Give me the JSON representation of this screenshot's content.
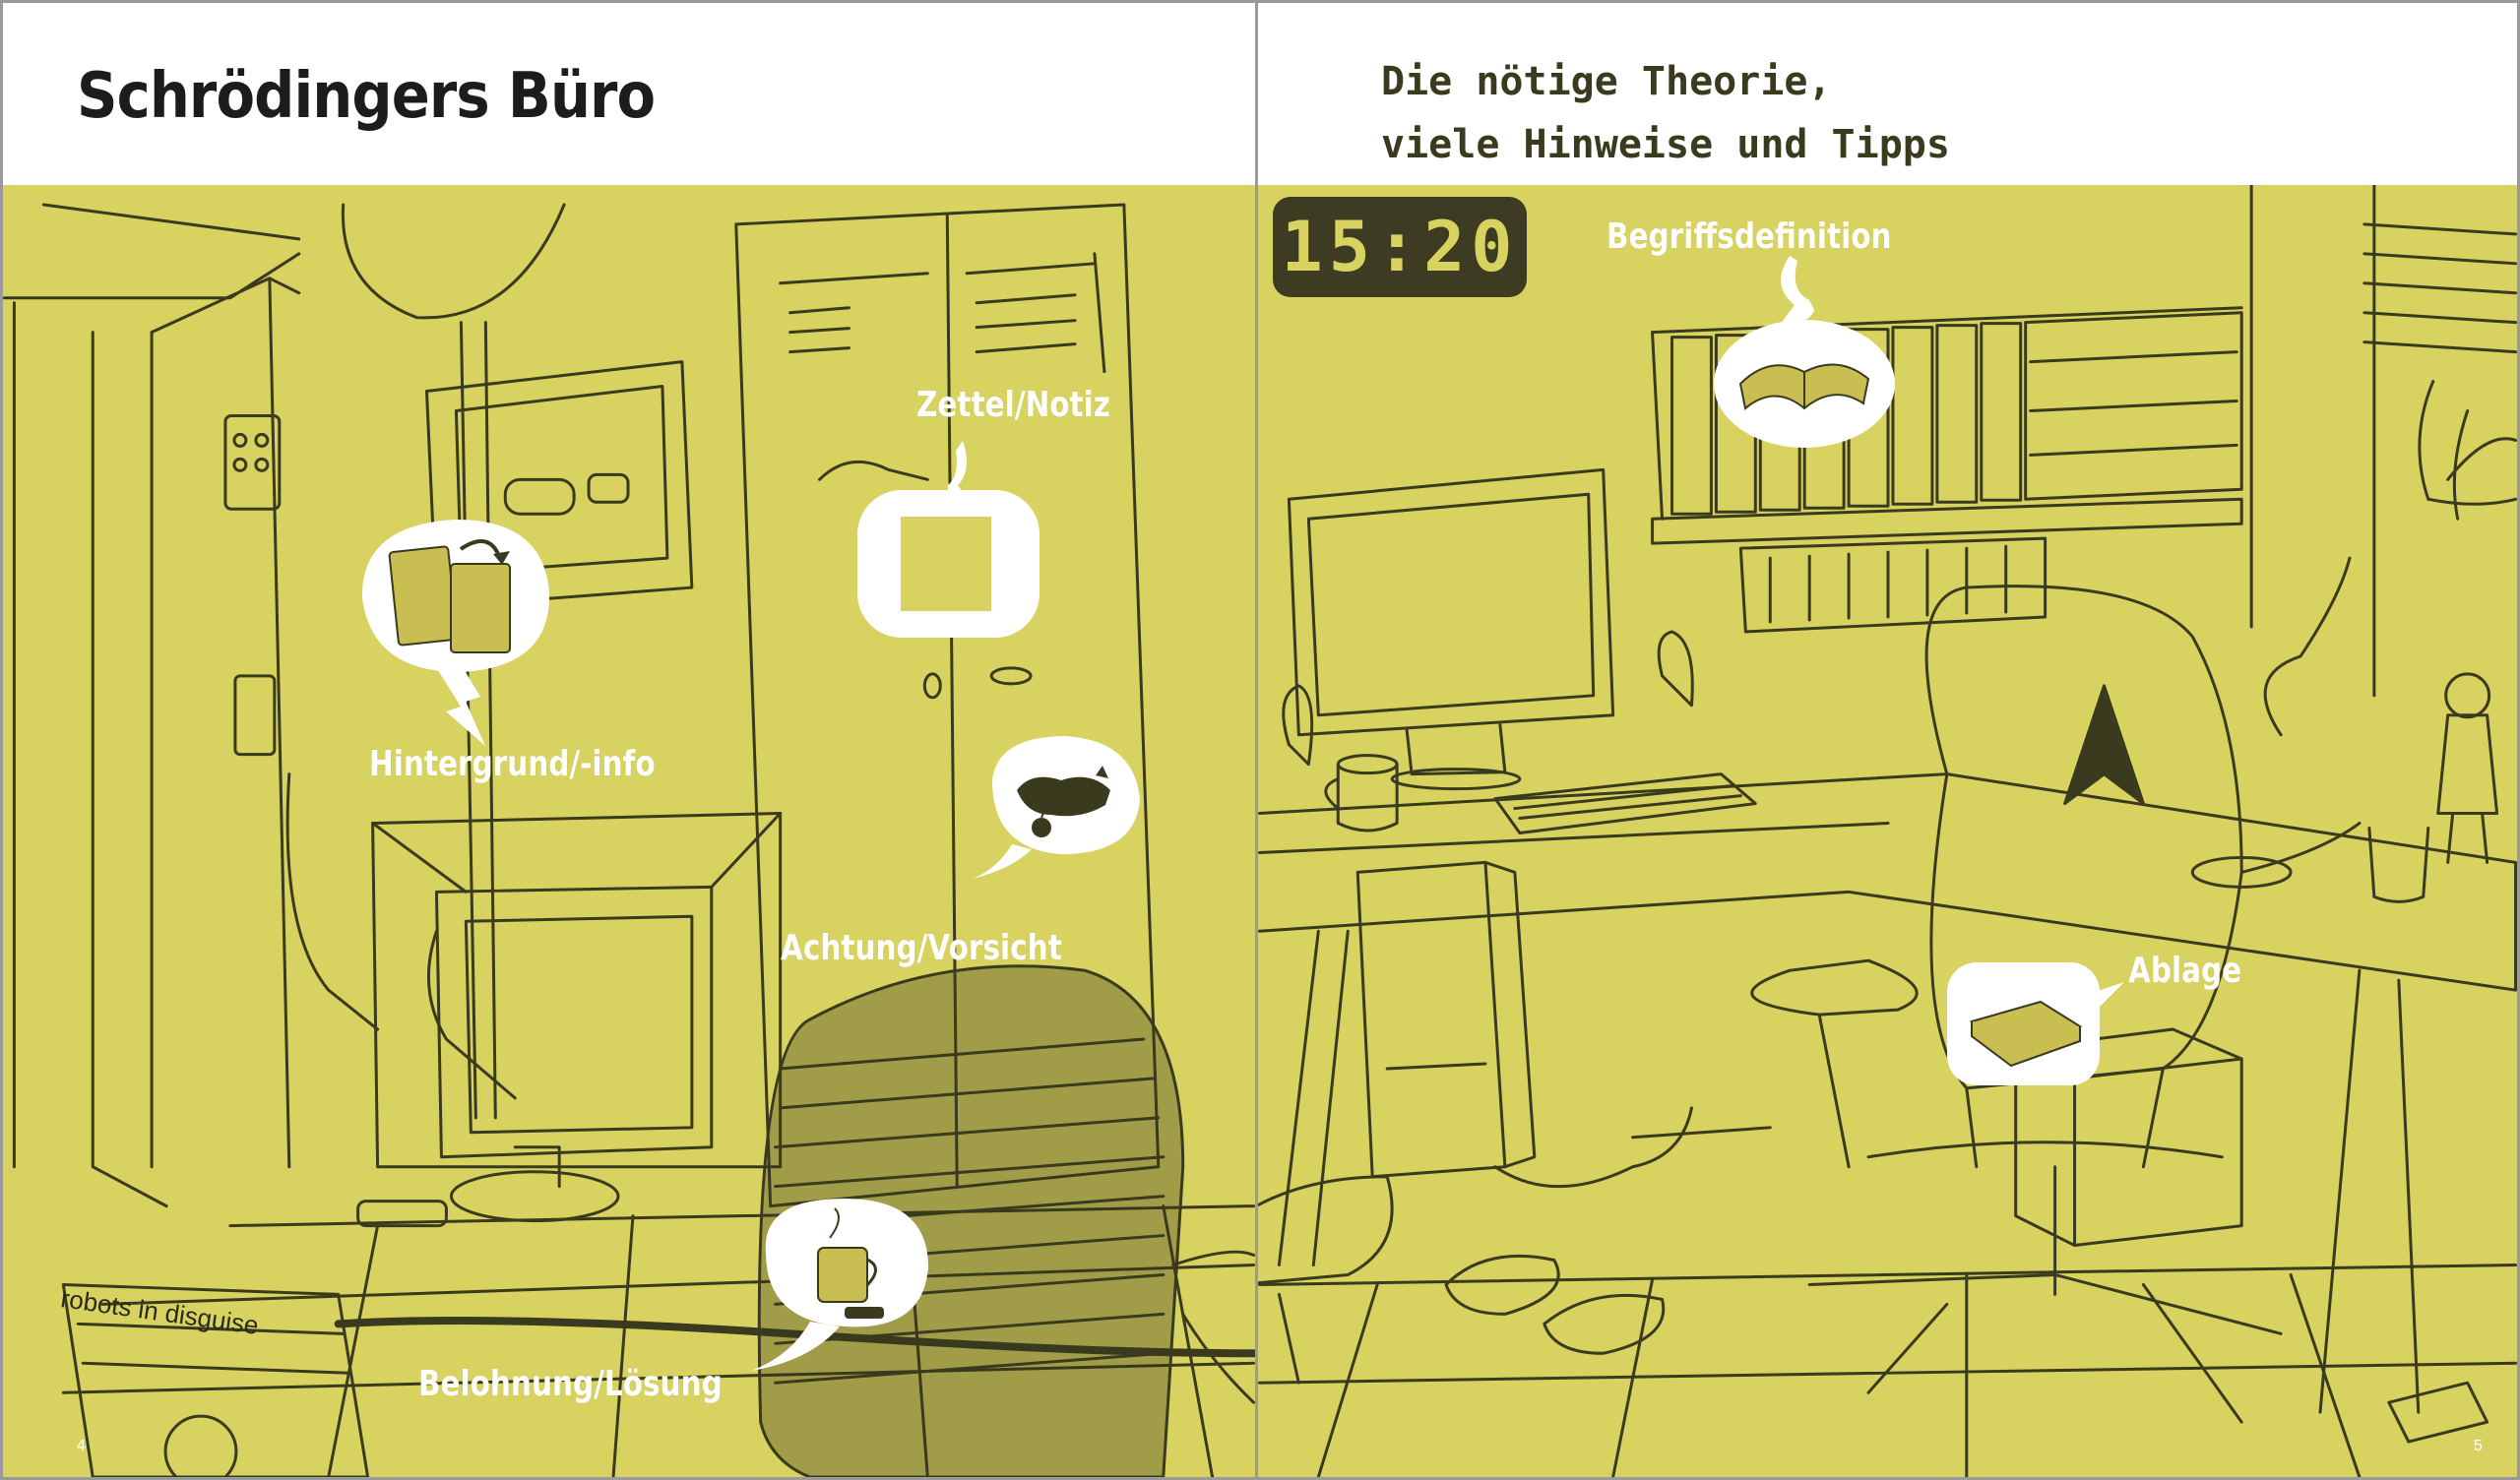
{
  "left_page": {
    "title": "Schrödingers Büro",
    "page_number": "4",
    "callouts": {
      "background": {
        "label": "Hintergrund/-info",
        "icon": "info-cards-icon"
      },
      "note": {
        "label": "Zettel/Notiz",
        "icon": "note-paper-icon"
      },
      "warning": {
        "label": "Achtung/Vorsicht",
        "icon": "cat-bomb-icon"
      },
      "reward": {
        "label": "Belohnung/Lösung",
        "icon": "coffee-cup-icon"
      }
    },
    "record_label": "robots in disguise"
  },
  "right_page": {
    "subtitle_line1": "Die nötige Theorie,",
    "subtitle_line2": "viele Hinweise und Tipps",
    "page_number": "5",
    "clock": "15:20",
    "callouts": {
      "definition": {
        "label": "Begriffsdefinition",
        "icon": "open-book-icon"
      },
      "archive": {
        "label": "Ablage",
        "icon": "inbox-tray-icon"
      }
    }
  },
  "colors": {
    "scene_background": "#d8d260",
    "line_art": "#3a3a1e",
    "callout_white": "#ffffff",
    "icon_fill": "#c9be52"
  }
}
